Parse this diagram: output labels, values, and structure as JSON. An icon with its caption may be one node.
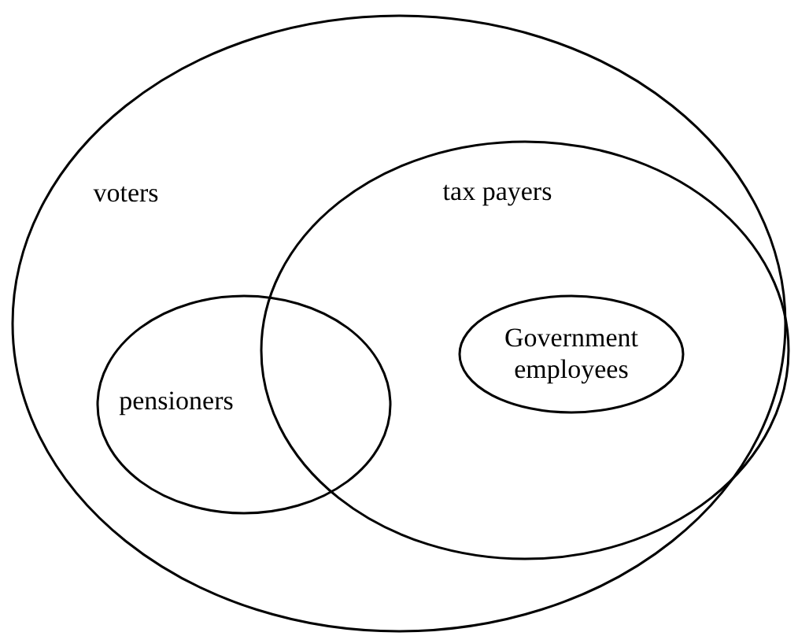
{
  "diagram": {
    "nodes": [
      {
        "text": [
          "voters"
        ]
      },
      {
        "text": [
          "tax payers"
        ],
        "in": 0
      },
      {
        "text": [
          "pensioners"
        ],
        "in": 0
      },
      {
        "text": [
          "Government employees"
        ],
        "in": 1
      }
    ]
  }
}
